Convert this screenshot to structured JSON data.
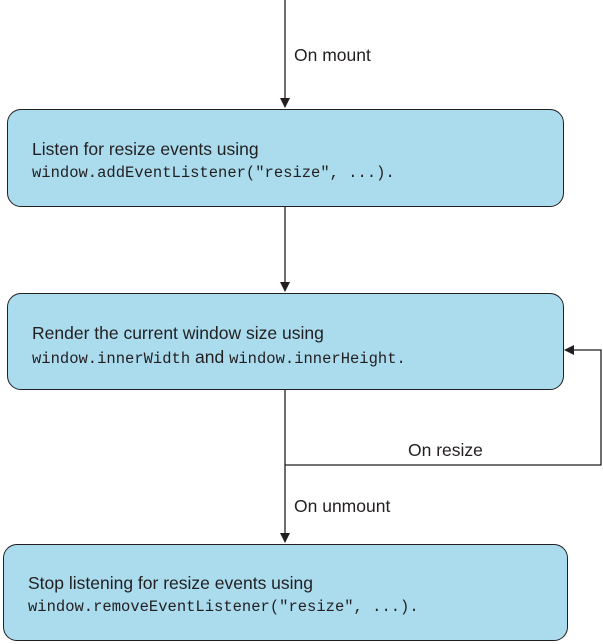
{
  "edges": {
    "mount": "On mount",
    "resize": "On resize",
    "unmount": "On unmount"
  },
  "nodes": {
    "listen": {
      "text": "Listen for resize events using",
      "code": "window.addEventListener(\"resize\", ...)."
    },
    "render": {
      "text": "Render the current window size using",
      "code_width": "window.innerWidth",
      "joiner": " and ",
      "code_height": "window.innerHeight."
    },
    "stop": {
      "text": "Stop listening for resize events using",
      "code": "window.removeEventListener(\"resize\", ...)."
    }
  },
  "colors": {
    "box_fill": "#aadcee",
    "stroke": "#231f20"
  }
}
